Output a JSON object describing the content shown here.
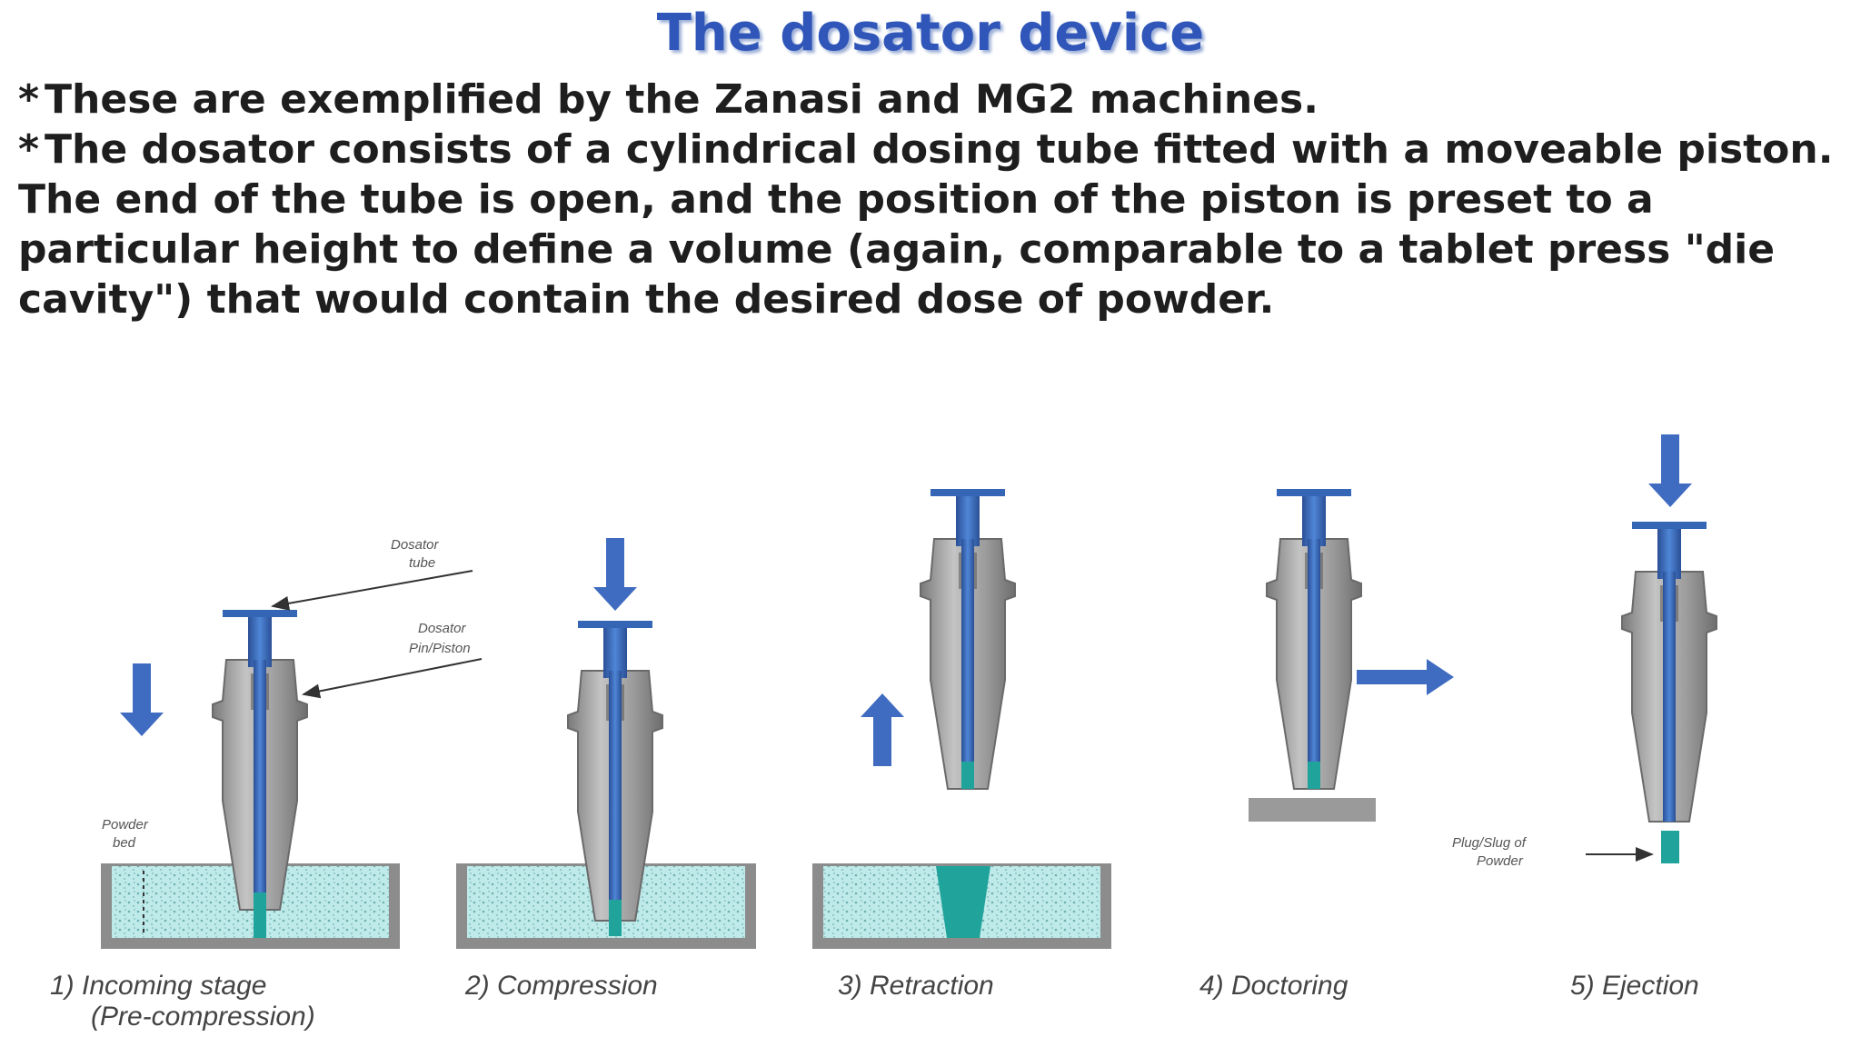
{
  "title": "The dosator device",
  "bullets": [
    "These are exemplified by the Zanasi and MG2 machines.",
    "The dosator consists of a cylindrical dosing tube fitted with a moveable piston. The end of the tube is open, and the position of the piston is preset to a particular height to define a volume (again, comparable to a tablet press \"die cavity\") that would contain the desired dose of powder."
  ],
  "bullet_marker": "*",
  "diagram": {
    "callouts": {
      "dosator_tube": [
        "Dosator",
        "tube"
      ],
      "dosator_pin": [
        "Dosator",
        "Pin/Piston"
      ],
      "powder_bed": [
        "Powder",
        "bed"
      ],
      "plug": [
        "Plug/Slug of",
        "Powder"
      ]
    },
    "stages": [
      {
        "label": "1)    Incoming stage",
        "label2": "(Pre-compression)"
      },
      {
        "label": "2) Compression"
      },
      {
        "label": "3) Retraction"
      },
      {
        "label": "4) Doctoring"
      },
      {
        "label": "5) Ejection"
      }
    ]
  },
  "colors": {
    "title": "#2f56b8",
    "piston": "#3566b5",
    "dosator": "#9a9a9a",
    "powder": "#bfeaea",
    "plug": "#1fa39a",
    "container": "#8c8c8c",
    "arrow": "#3f6cc0"
  }
}
